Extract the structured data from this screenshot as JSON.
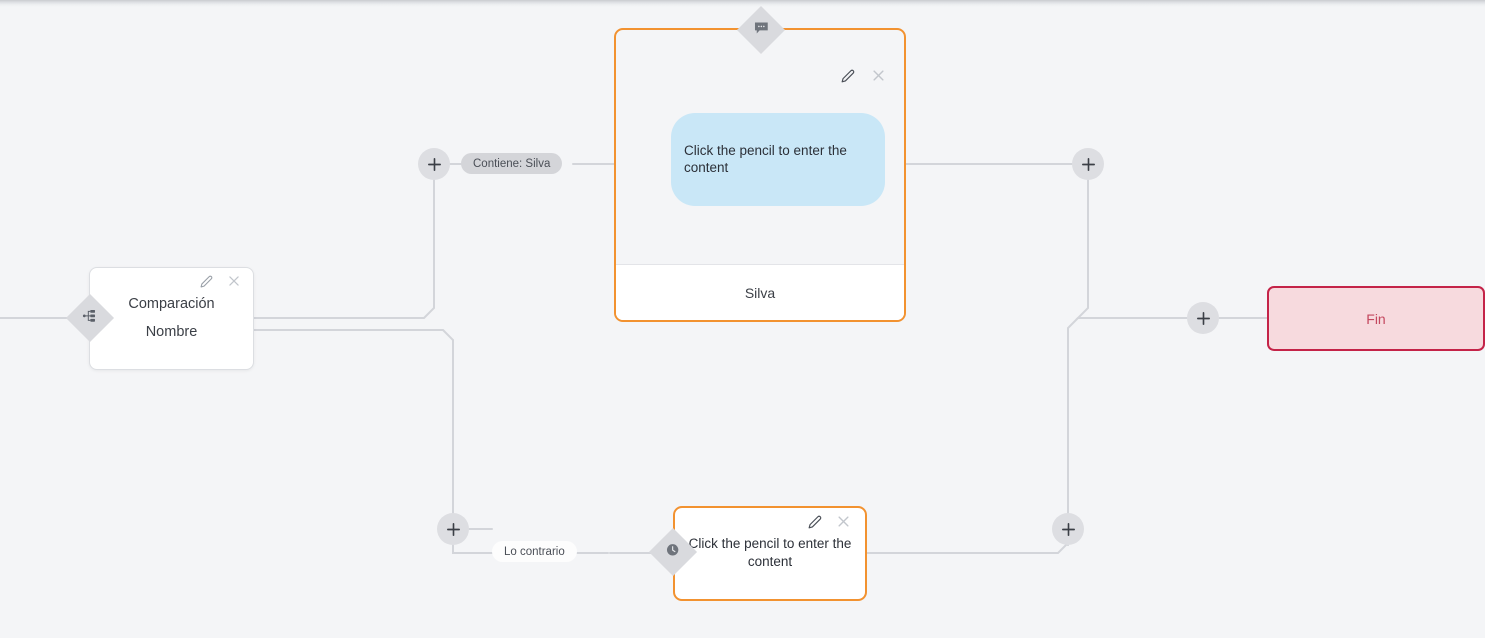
{
  "app": {
    "canvas_background": "#f4f5f7",
    "accent_orange": "#f29230",
    "accent_crimson": "#c42348",
    "bubble_blue": "#c9e7f7",
    "edge_gray": "#d0d2d7"
  },
  "nodes": {
    "comparison": {
      "title": "Comparación",
      "subtitle": "Nombre",
      "icon": "branch-split-icon",
      "edit_icon": "pencil-icon",
      "close_icon": "close-icon"
    },
    "message_card": {
      "handle_icon": "speech-bubble-icon",
      "bubble_text": "Click the pencil to enter the content",
      "footer_label": "Silva",
      "edit_icon": "pencil-icon",
      "close_icon": "close-icon"
    },
    "message_card_2": {
      "handle_icon": "clock-icon",
      "text": "Click the pencil to enter the content",
      "edit_icon": "pencil-icon",
      "close_icon": "close-icon"
    },
    "end": {
      "label": "Fin"
    }
  },
  "edge_labels": {
    "branch_true": "Contiene: Silva",
    "branch_false": "Lo contrario"
  },
  "add_buttons": {
    "icon": "plus-icon",
    "branch_true_add": "+",
    "branch_false_add": "+",
    "merge_top_add": "+",
    "merge_bottom_add": "+",
    "end_add": "+"
  }
}
